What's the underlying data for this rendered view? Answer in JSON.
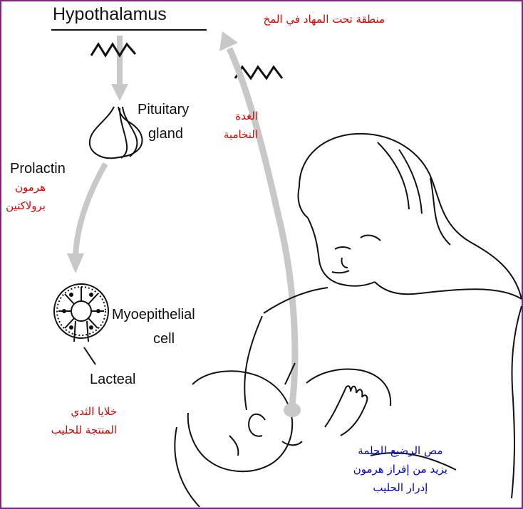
{
  "colors": {
    "frame": "#7a2a7a",
    "arabic_red": "#e00000",
    "arabic_blue": "#0000cc",
    "arrow": "#c8c8c8",
    "line_art": "#111111"
  },
  "labels": {
    "hypothalamus": "Hypothalamus",
    "hypothalamus_ar": "منطقة تحت المهاد في المخ",
    "pituitary_line1": "Pituitary",
    "pituitary_line2": "gland",
    "pituitary_ar_line1": "الغدة",
    "pituitary_ar_line2": "النخامية",
    "prolactin": "Prolactin",
    "prolactin_ar_line1": "هرمون",
    "prolactin_ar_line2": "برولاكتين",
    "myoepithelial_line1": "Myoepithelial",
    "myoepithelial_line2": "cell",
    "lacteal": "Lacteal",
    "lacteal_ar_line1": "خلايا الثدي",
    "lacteal_ar_line2": "المنتجة للحليب",
    "suckling_ar_line1": "مص الرضيع للحلمة",
    "suckling_ar_line2": "يزيد من إفراز هرمون",
    "suckling_ar_line3": "إدرار الحليب"
  },
  "icons": [
    "zigzag-signal-icon",
    "pituitary-gland-icon",
    "alveolus-icon",
    "mother-infant-illustration"
  ]
}
